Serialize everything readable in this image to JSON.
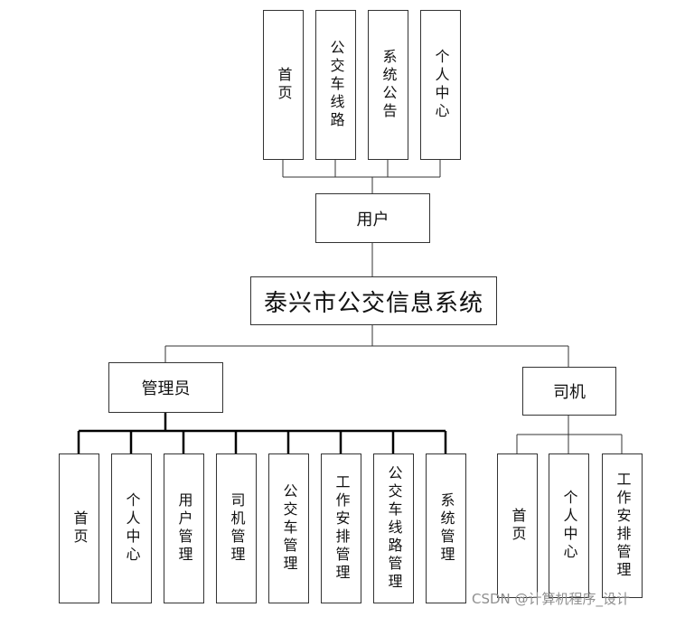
{
  "title": "泰兴市公交信息系统",
  "user": {
    "label": "用户",
    "children": [
      "首页",
      "公交车线路",
      "系统公告",
      "个人中心"
    ]
  },
  "admin": {
    "label": "管理员",
    "children": [
      "首页",
      "个人中心",
      "用户管理",
      "司机管理",
      "公交车管理",
      "工作安排管理",
      "公交车线路管理",
      "系统管理"
    ]
  },
  "driver": {
    "label": "司机",
    "children": [
      "首页",
      "个人中心",
      "工作安排管理"
    ]
  },
  "watermark": "CSDN @计算机程序_设计"
}
